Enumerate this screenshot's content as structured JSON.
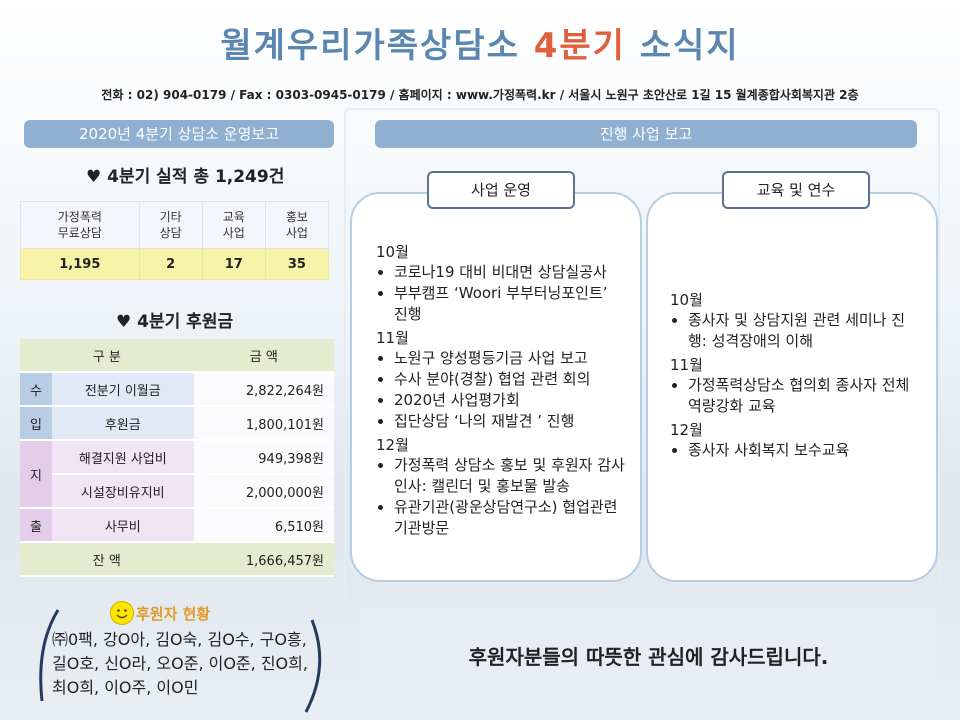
{
  "header": {
    "title_pre": "월계우리가족상담소 ",
    "title_hl": "4분기",
    "title_post": " 소식지",
    "contact": "전화 : 02) 904-0179  /  Fax : 0303-0945-0179  /  홈페이지 : www.가정폭력.kr   / 서울시  노원구  초안산로 1길 15 월계종합사회복지관  2층"
  },
  "left": {
    "section_title": "2020년 4분기 상담소 운영보고",
    "performance_title": "♥  4분기 실적 총 1,249건",
    "stats": [
      {
        "label1": "가정폭력",
        "label2": "무료상담",
        "value": "1,195"
      },
      {
        "label1": "기타",
        "label2": "상담",
        "value": "2"
      },
      {
        "label1": "교육",
        "label2": "사업",
        "value": "17"
      },
      {
        "label1": "홍보",
        "label2": "사업",
        "value": "35"
      }
    ],
    "fund_title": "♥  4분기 후원금",
    "fund": {
      "col1": "구  분",
      "col2": "금    액",
      "income_1": "수",
      "income_2": "입",
      "expense_1": "지",
      "expense_2": "출",
      "rows": [
        {
          "name": "전분기 이월금",
          "amount": "2,822,264원"
        },
        {
          "name": "후원금",
          "amount": "1,800,101원"
        },
        {
          "name": "해결지원 사업비",
          "amount": "949,398원"
        },
        {
          "name": "시설장비유지비",
          "amount": "2,000,000원"
        },
        {
          "name": "사무비",
          "amount": "6,510원"
        }
      ],
      "balance_label": "잔    액",
      "balance": "1,666,457원"
    },
    "sponsor_title": "후원자 현황",
    "sponsors": "㈜0팩, 강O아, 김O숙, 김O수, 구O흥, 길O호, 신O라, 오O준, 이O준, 진O희, 최O희, 이O주, 이O민"
  },
  "right": {
    "section_title": "진행 사업 보고",
    "ops": {
      "title": "사업 운영",
      "oct": "10월",
      "oct_items": [
        "코로나19 대비 비대면 상담실공사",
        "부부캠프 ‘Woori 부부터닝포인트’ 진행"
      ],
      "nov": "11월",
      "nov_items": [
        "노원구 양성평등기금 사업 보고",
        "수사 분야(경찰) 협업 관련 회의",
        "2020년 사업평가회",
        "집단상담 ‘나의 재발견 ’ 진행"
      ],
      "dec": "12월",
      "dec_items": [
        "가정폭력 상담소 홍보 및 후원자 감사인사: 캘린더 및 홍보물 발송",
        "유관기관(광운상담연구소) 협업관련 기관방문"
      ]
    },
    "edu": {
      "title": "교육 및 연수",
      "oct": "10월",
      "oct_items": [
        "종사자 및 상담지원 관련 세미나 진행: 성격장애의 이해"
      ],
      "nov": "11월",
      "nov_items": [
        "가정폭력상담소 협의회 종사자 전체 역량강화 교육"
      ],
      "dec": "12월",
      "dec_items": [
        "종사자 사회복지 보수교육"
      ]
    }
  },
  "thanks": "후원자분들의 따뜻한 관심에 감사드립니다."
}
